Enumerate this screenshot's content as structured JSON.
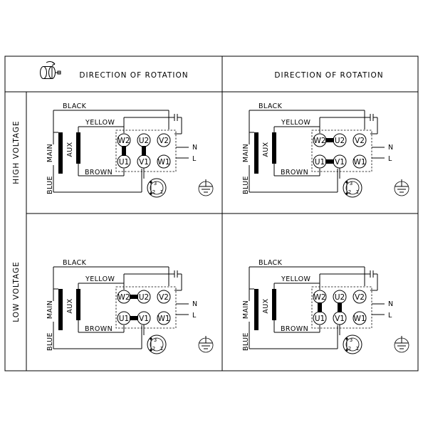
{
  "header": {
    "left_title": "DIRECTION OF ROTATION",
    "right_title": "DIRECTION OF ROTATION",
    "left_icon": "rotation-direction-icon"
  },
  "rows": [
    {
      "label": "HIGH VOLTAGE"
    },
    {
      "label": "LOW VOLTAGE"
    }
  ],
  "diagram_labels": {
    "black": "BLACK",
    "yellow": "YELLOW",
    "brown": "BROWN",
    "blue": "BLUE",
    "main": "MAIN",
    "aux": "AUX",
    "neutral": "N",
    "line": "L"
  },
  "terminals": {
    "top": [
      "W2",
      "U2",
      "V2"
    ],
    "bottom": [
      "U1",
      "V1",
      "W1"
    ]
  },
  "switch_labels": [
    "3",
    "2",
    "1"
  ],
  "panels": [
    {
      "id": "high-left",
      "links": [
        [
          0,
          3
        ],
        [
          1,
          4
        ]
      ]
    },
    {
      "id": "high-right",
      "links": [
        [
          0,
          1
        ],
        [
          3,
          4
        ]
      ]
    },
    {
      "id": "low-left",
      "links": [
        [
          0,
          1
        ],
        [
          3,
          4
        ]
      ]
    },
    {
      "id": "low-right",
      "links": [
        [
          0,
          3
        ],
        [
          1,
          4
        ]
      ]
    }
  ]
}
